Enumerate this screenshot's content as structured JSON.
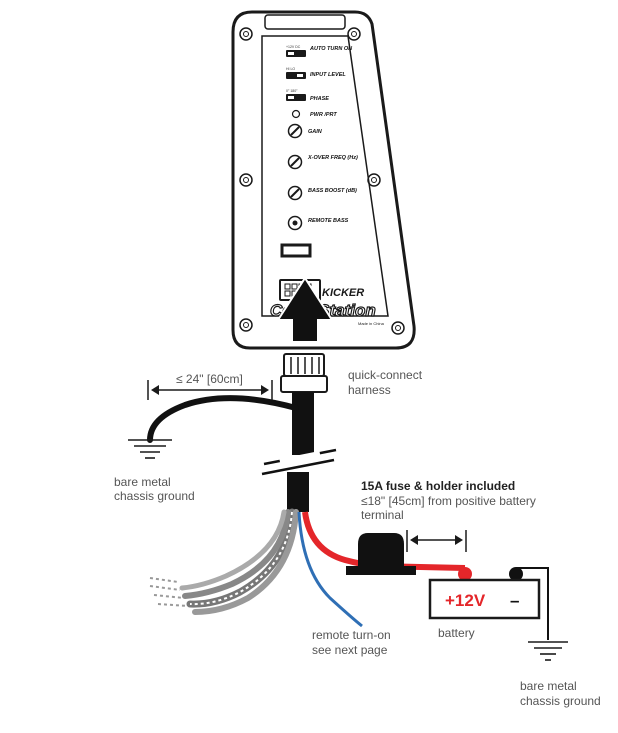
{
  "amp": {
    "controls": {
      "auto_turn_on": "AUTO TURN ON",
      "auto_turn_on_sub": "+12V DC",
      "input_level": "INPUT LEVEL",
      "input_level_sub": "HI LO",
      "phase": "PHASE",
      "phase_sub": "0° 180°",
      "pwr_prt": "PWR /PRT",
      "gain": "GAIN",
      "xover": "X-OVER FREQ (Hz)",
      "bass_boost": "BASS BOOST (dB)",
      "remote_bass": "REMOTE BASS"
    },
    "brand": "KICKER",
    "product": "CompStation",
    "made_in": "Made in China"
  },
  "labels": {
    "harness_length": "≤ 24\" [60cm]",
    "quick_connect_1": "quick-connect",
    "quick_connect_2": "harness",
    "ground_left_1": "bare metal",
    "ground_left_2": "chassis ground",
    "fuse_title": "15A fuse & holder included",
    "fuse_note_1": "≤18\" [45cm] from positive battery",
    "fuse_note_2": "terminal",
    "battery_positive": "+12V",
    "battery_negative": "–",
    "battery": "battery",
    "remote_1": "remote turn-on",
    "remote_2": "see next page",
    "ground_right_1": "bare metal",
    "ground_right_2": "chassis ground"
  },
  "colors": {
    "positive_wire": "#e4262a",
    "remote_wire": "#2f6fb5",
    "ground_wire": "#111111",
    "outline": "#1a1a1a"
  }
}
